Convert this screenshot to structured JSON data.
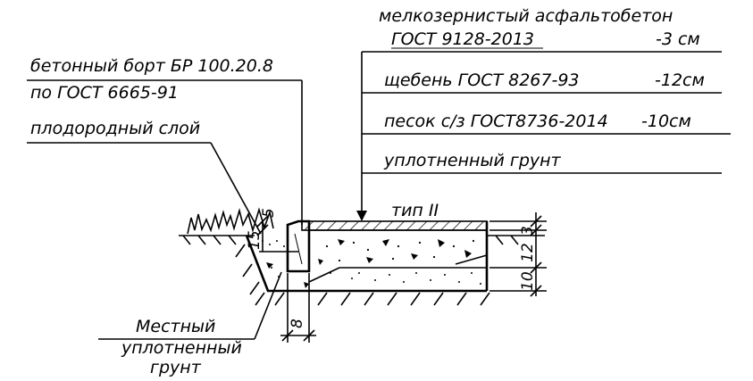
{
  "labels": {
    "asphalt_line1": "мелкозернистый   асфальтобетон",
    "asphalt_gost": "ГОСТ  9128-2013",
    "asphalt_thk": "-3  см",
    "gravel_text": "щебень  ГОСТ  8267-93",
    "gravel_thk": "-12см",
    "sand_text": "песок  с/з   ГОСТ8736-2014",
    "sand_thk": "-10см",
    "compacted_soil": "уплотненный  грунт",
    "curb_line1": "бетонный  борт   БР  100.20.8",
    "curb_line2": "по  ГОСТ  6665-91",
    "fertile_layer": "плодородный  слой",
    "local_soil_line1": "Местный",
    "local_soil_line2": "уплотненный",
    "local_soil_line3": "грунт",
    "type_label": "тип  II"
  },
  "dimensions": {
    "d5": "5",
    "d15": "15",
    "d8": "8",
    "d3": "3",
    "d12": "12",
    "d10": "10"
  }
}
